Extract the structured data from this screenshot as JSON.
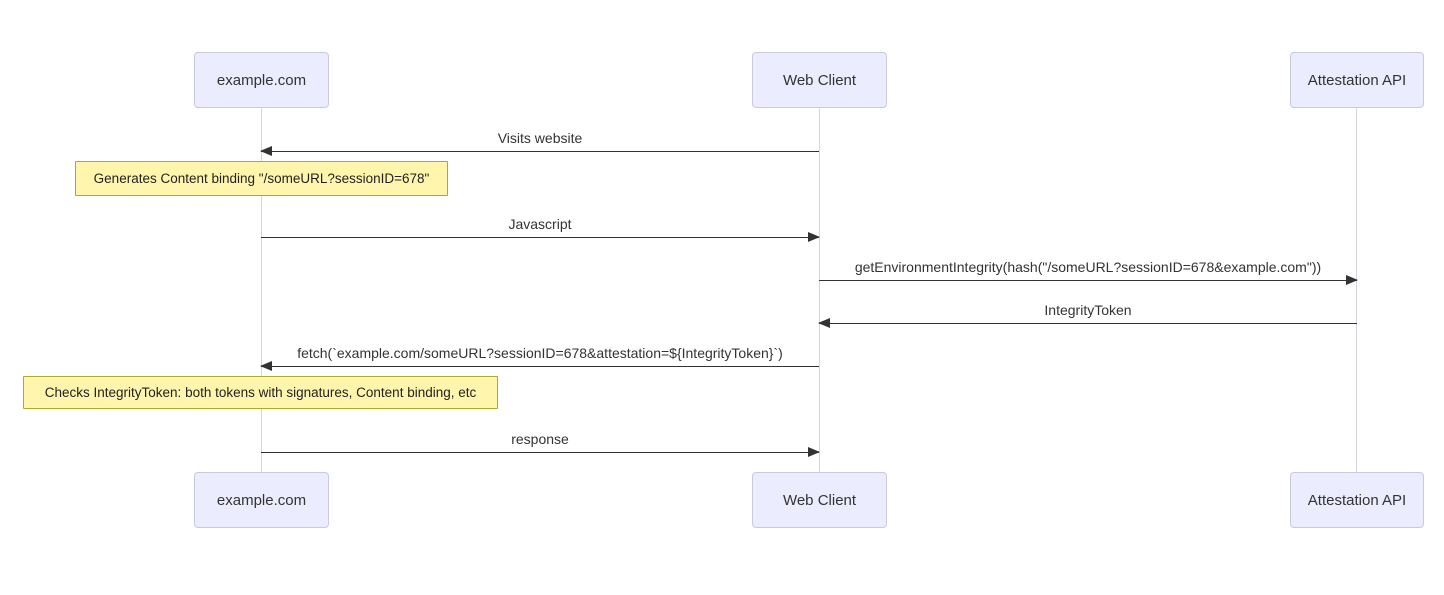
{
  "diagram": {
    "type": "sequence",
    "actors": [
      {
        "name": "example.com"
      },
      {
        "name": "Web Client"
      },
      {
        "name": "Attestation API"
      }
    ],
    "messages": [
      {
        "label": "Visits website",
        "from": "Web Client",
        "to": "example.com",
        "direction": "left"
      },
      {
        "label": "Javascript",
        "from": "example.com",
        "to": "Web Client",
        "direction": "right"
      },
      {
        "label": "getEnvironmentIntegrity(hash(\"/someURL?sessionID=678&example.com\"))",
        "from": "Web Client",
        "to": "Attestation API",
        "direction": "right"
      },
      {
        "label": "IntegrityToken",
        "from": "Attestation API",
        "to": "Web Client",
        "direction": "left"
      },
      {
        "label": "fetch(`example.com/someURL?sessionID=678&attestation=${IntegrityToken}`)",
        "from": "Web Client",
        "to": "example.com",
        "direction": "left"
      },
      {
        "label": "response",
        "from": "example.com",
        "to": "Web Client",
        "direction": "right"
      }
    ],
    "notes": [
      {
        "text": "Generates Content binding \"/someURL?sessionID=678\"",
        "over": "example.com"
      },
      {
        "text": "Checks IntegrityToken: both tokens with signatures, Content binding, etc",
        "over": "example.com"
      }
    ],
    "colors": {
      "actor_fill": "#ECECFF",
      "actor_border": "#C9C9E0",
      "note_fill": "#FFF5AD",
      "note_border": "#AAAA33",
      "line": "#333333",
      "lifeline": "#D5D5E3",
      "text": "#333333"
    }
  }
}
